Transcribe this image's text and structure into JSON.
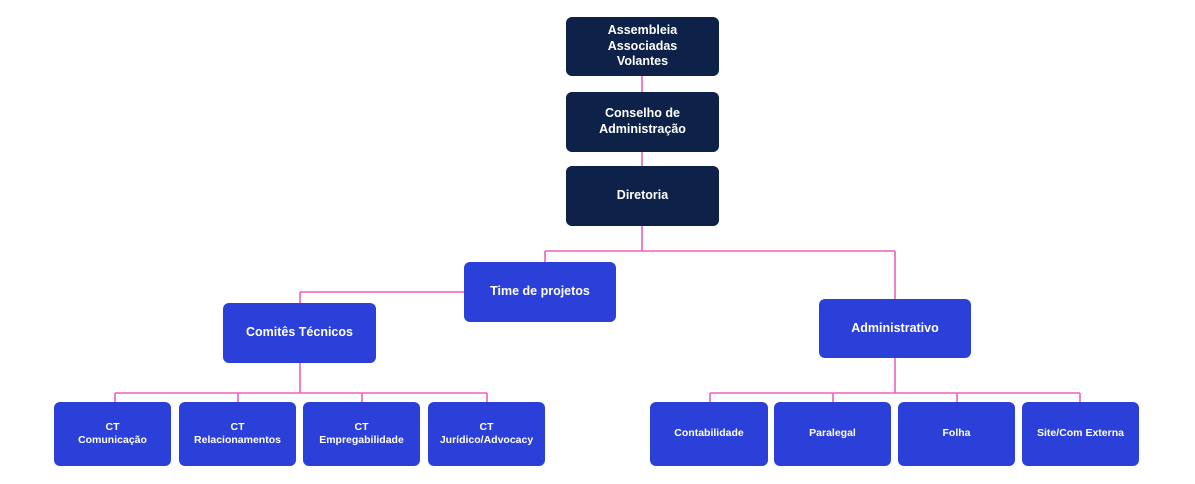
{
  "colors": {
    "governance": "#0d2149",
    "operational": "#2b40d9",
    "connector": "#ef5fc0",
    "text": "#ffffff"
  },
  "nodes": {
    "assembleia": [
      "Assembleia",
      "Associadas",
      "Volantes"
    ],
    "conselho": [
      "Conselho de",
      "Administração"
    ],
    "diretoria": "Diretoria",
    "time_projetos": "Time de projetos",
    "comites_tecnicos": "Comitês Técnicos",
    "administrativo": "Administrativo",
    "ct_comunicacao": [
      "CT",
      "Comunicação"
    ],
    "ct_relacionamentos": [
      "CT",
      "Relacionamentos"
    ],
    "ct_empregabilidade": [
      "CT",
      "Empregabilidade"
    ],
    "ct_juridico": [
      "CT",
      "Jurídico/Advocacy"
    ],
    "contabilidade": "Contabilidade",
    "paralegal": "Paralegal",
    "folha": "Folha",
    "site_com_externa": "Site/Com Externa"
  }
}
